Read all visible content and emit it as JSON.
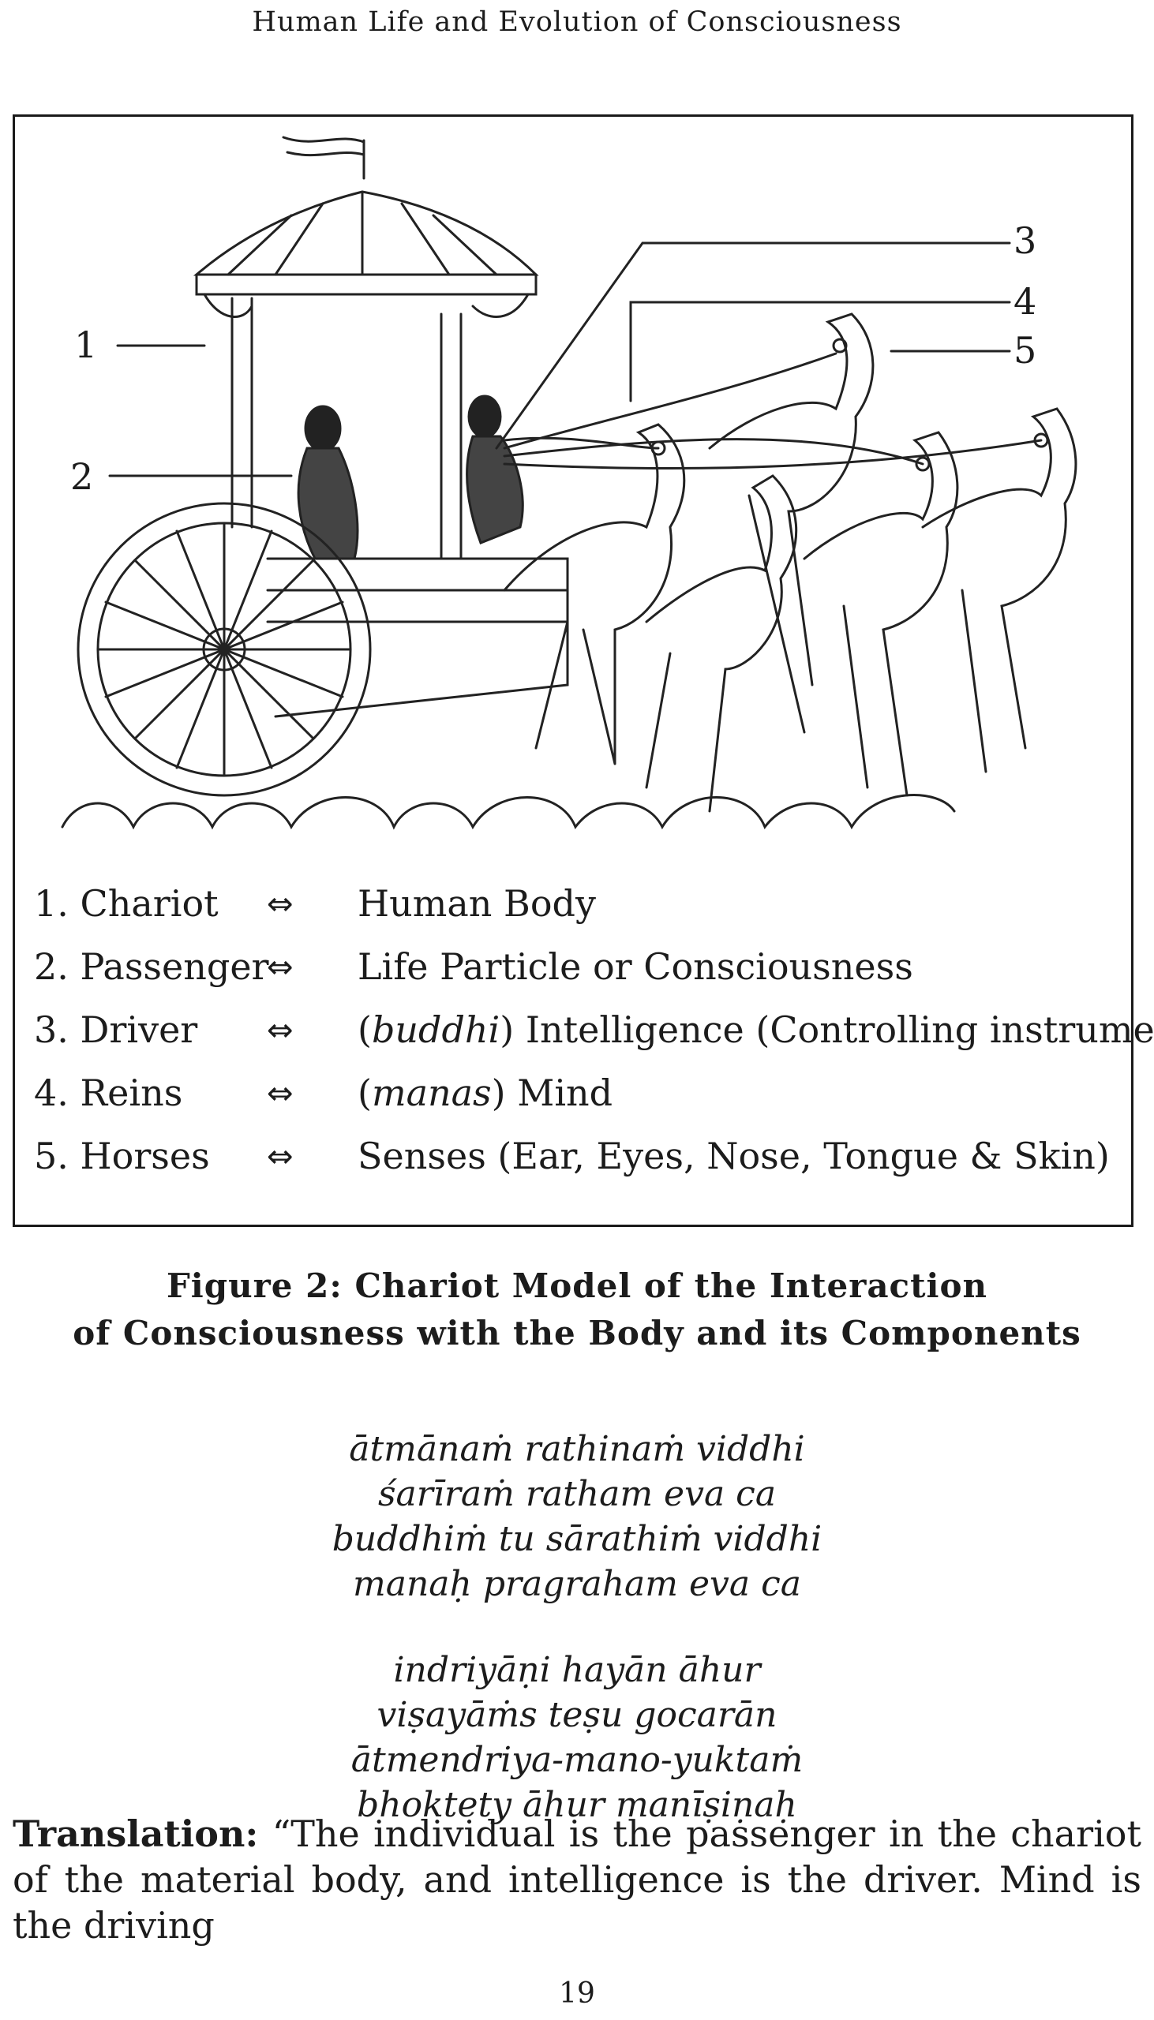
{
  "header": {
    "running_title": "Human Life and Evolution of Consciousness"
  },
  "figure": {
    "callouts": [
      "1",
      "2",
      "3",
      "4",
      "5"
    ],
    "legend": [
      {
        "term": "1. Chariot",
        "arrow": "⇔",
        "meaning_prefix": "",
        "meaning_italic": "",
        "meaning": "Human Body"
      },
      {
        "term": "2. Passenger",
        "arrow": "⇔",
        "meaning_prefix": "",
        "meaning_italic": "",
        "meaning": "Life Particle or Consciousness"
      },
      {
        "term": "3. Driver",
        "arrow": "⇔",
        "meaning_prefix": "(",
        "meaning_italic": "buddhi",
        "meaning": ") Intelligence (Controlling instrument)"
      },
      {
        "term": "4. Reins",
        "arrow": "⇔",
        "meaning_prefix": "(",
        "meaning_italic": "manas",
        "meaning": ") Mind"
      },
      {
        "term": "5. Horses",
        "arrow": "⇔",
        "meaning_prefix": "",
        "meaning_italic": "",
        "meaning": "Senses (Ear, Eyes, Nose, Tongue & Skin)"
      }
    ],
    "caption_line1": "Figure 2: Chariot Model of the Interaction",
    "caption_line2": "of Consciousness with the Body and its Components"
  },
  "verse": {
    "stanza1": [
      "ātmānaṁ rathinaṁ viddhi",
      "śarīraṁ ratham eva ca",
      "buddhiṁ tu sārathiṁ viddhi",
      "manaḥ pragraham eva ca"
    ],
    "stanza2": [
      "indriyāṇi hayān āhur",
      "viṣayāṁs teṣu gocarān",
      "ātmendriya-mano-yuktaṁ",
      "bhoktety āhur manīṣiṇaḥ"
    ]
  },
  "translation": {
    "label": "Translation:",
    "text": " “The individual is the passenger in the chariot of the material body, and intelligence is the driver. Mind is the driving"
  },
  "footer": {
    "page_number": "19"
  }
}
